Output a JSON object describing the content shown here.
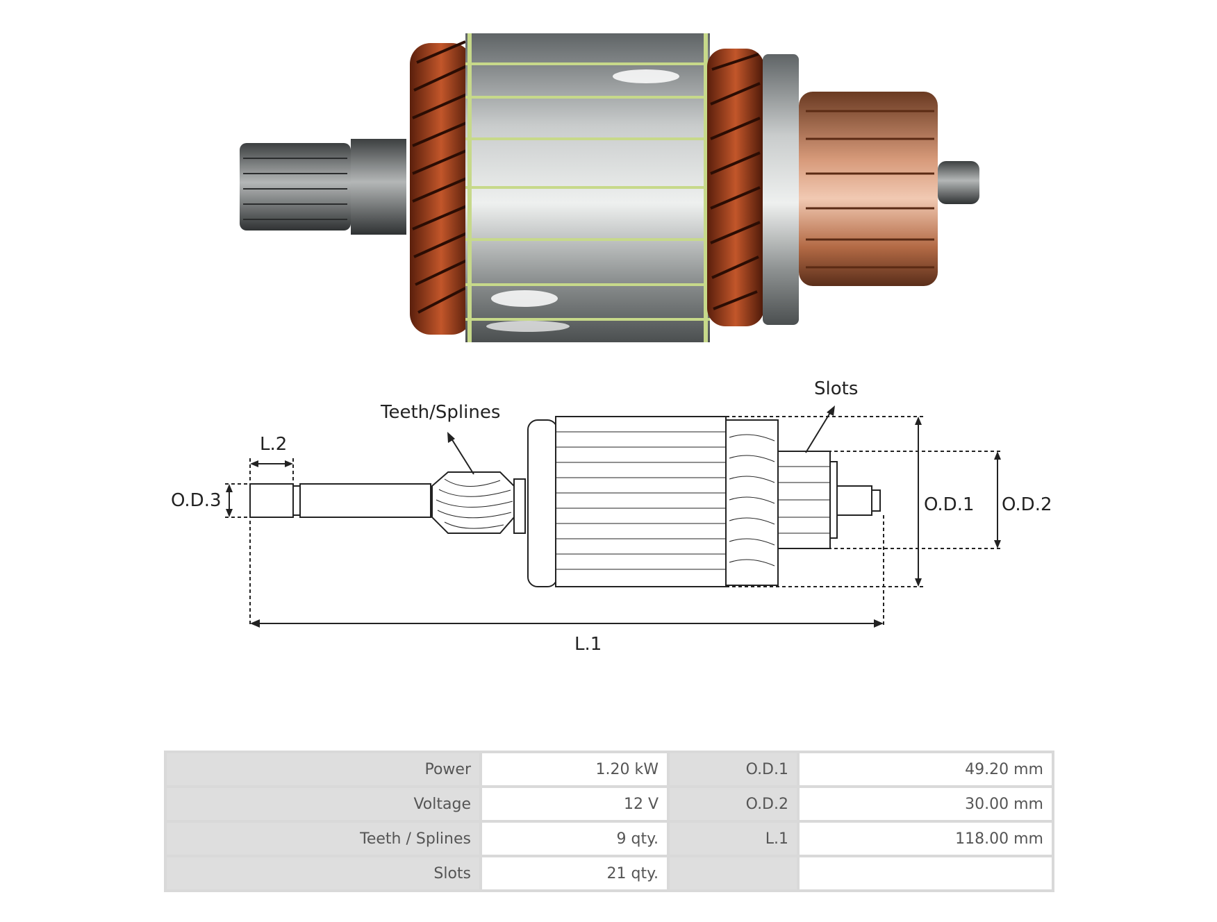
{
  "diagram": {
    "labels": {
      "teeth_splines": "Teeth/Splines",
      "slots": "Slots",
      "l2": "L.2",
      "od3": "O.D.3",
      "od1": "O.D.1",
      "od2": "O.D.2",
      "l1": "L.1"
    }
  },
  "specs": {
    "rows": [
      {
        "label": "Power",
        "value": "1.20 kW",
        "label2": "O.D.1",
        "value2": "49.20 mm"
      },
      {
        "label": "Voltage",
        "value": "12 V",
        "label2": "O.D.2",
        "value2": "30.00 mm"
      },
      {
        "label": "Teeth / Splines",
        "value": "9 qty.",
        "label2": "L.1",
        "value2": "118.00 mm"
      },
      {
        "label": "Slots",
        "value": "21 qty.",
        "label2": "",
        "value2": ""
      }
    ]
  }
}
